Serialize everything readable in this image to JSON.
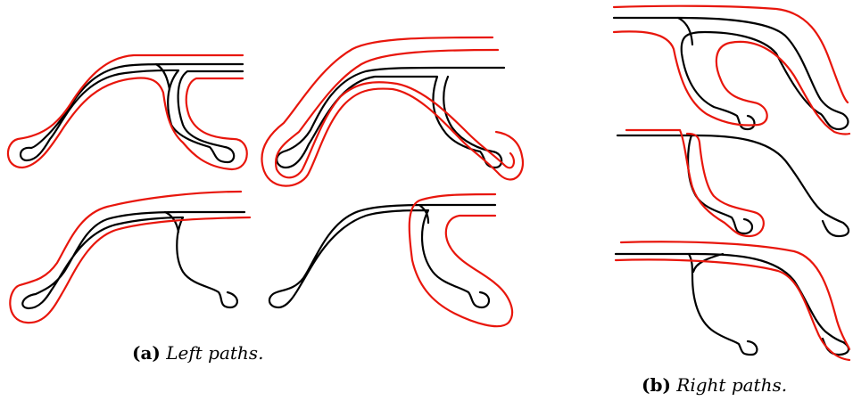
{
  "figure": {
    "colors": {
      "path": "#000000",
      "highlight": "#e8160c"
    },
    "captions": {
      "a": {
        "tag": "(a)",
        "text": "Left paths."
      },
      "b": {
        "tag": "(b)",
        "text": "Right paths."
      }
    }
  }
}
